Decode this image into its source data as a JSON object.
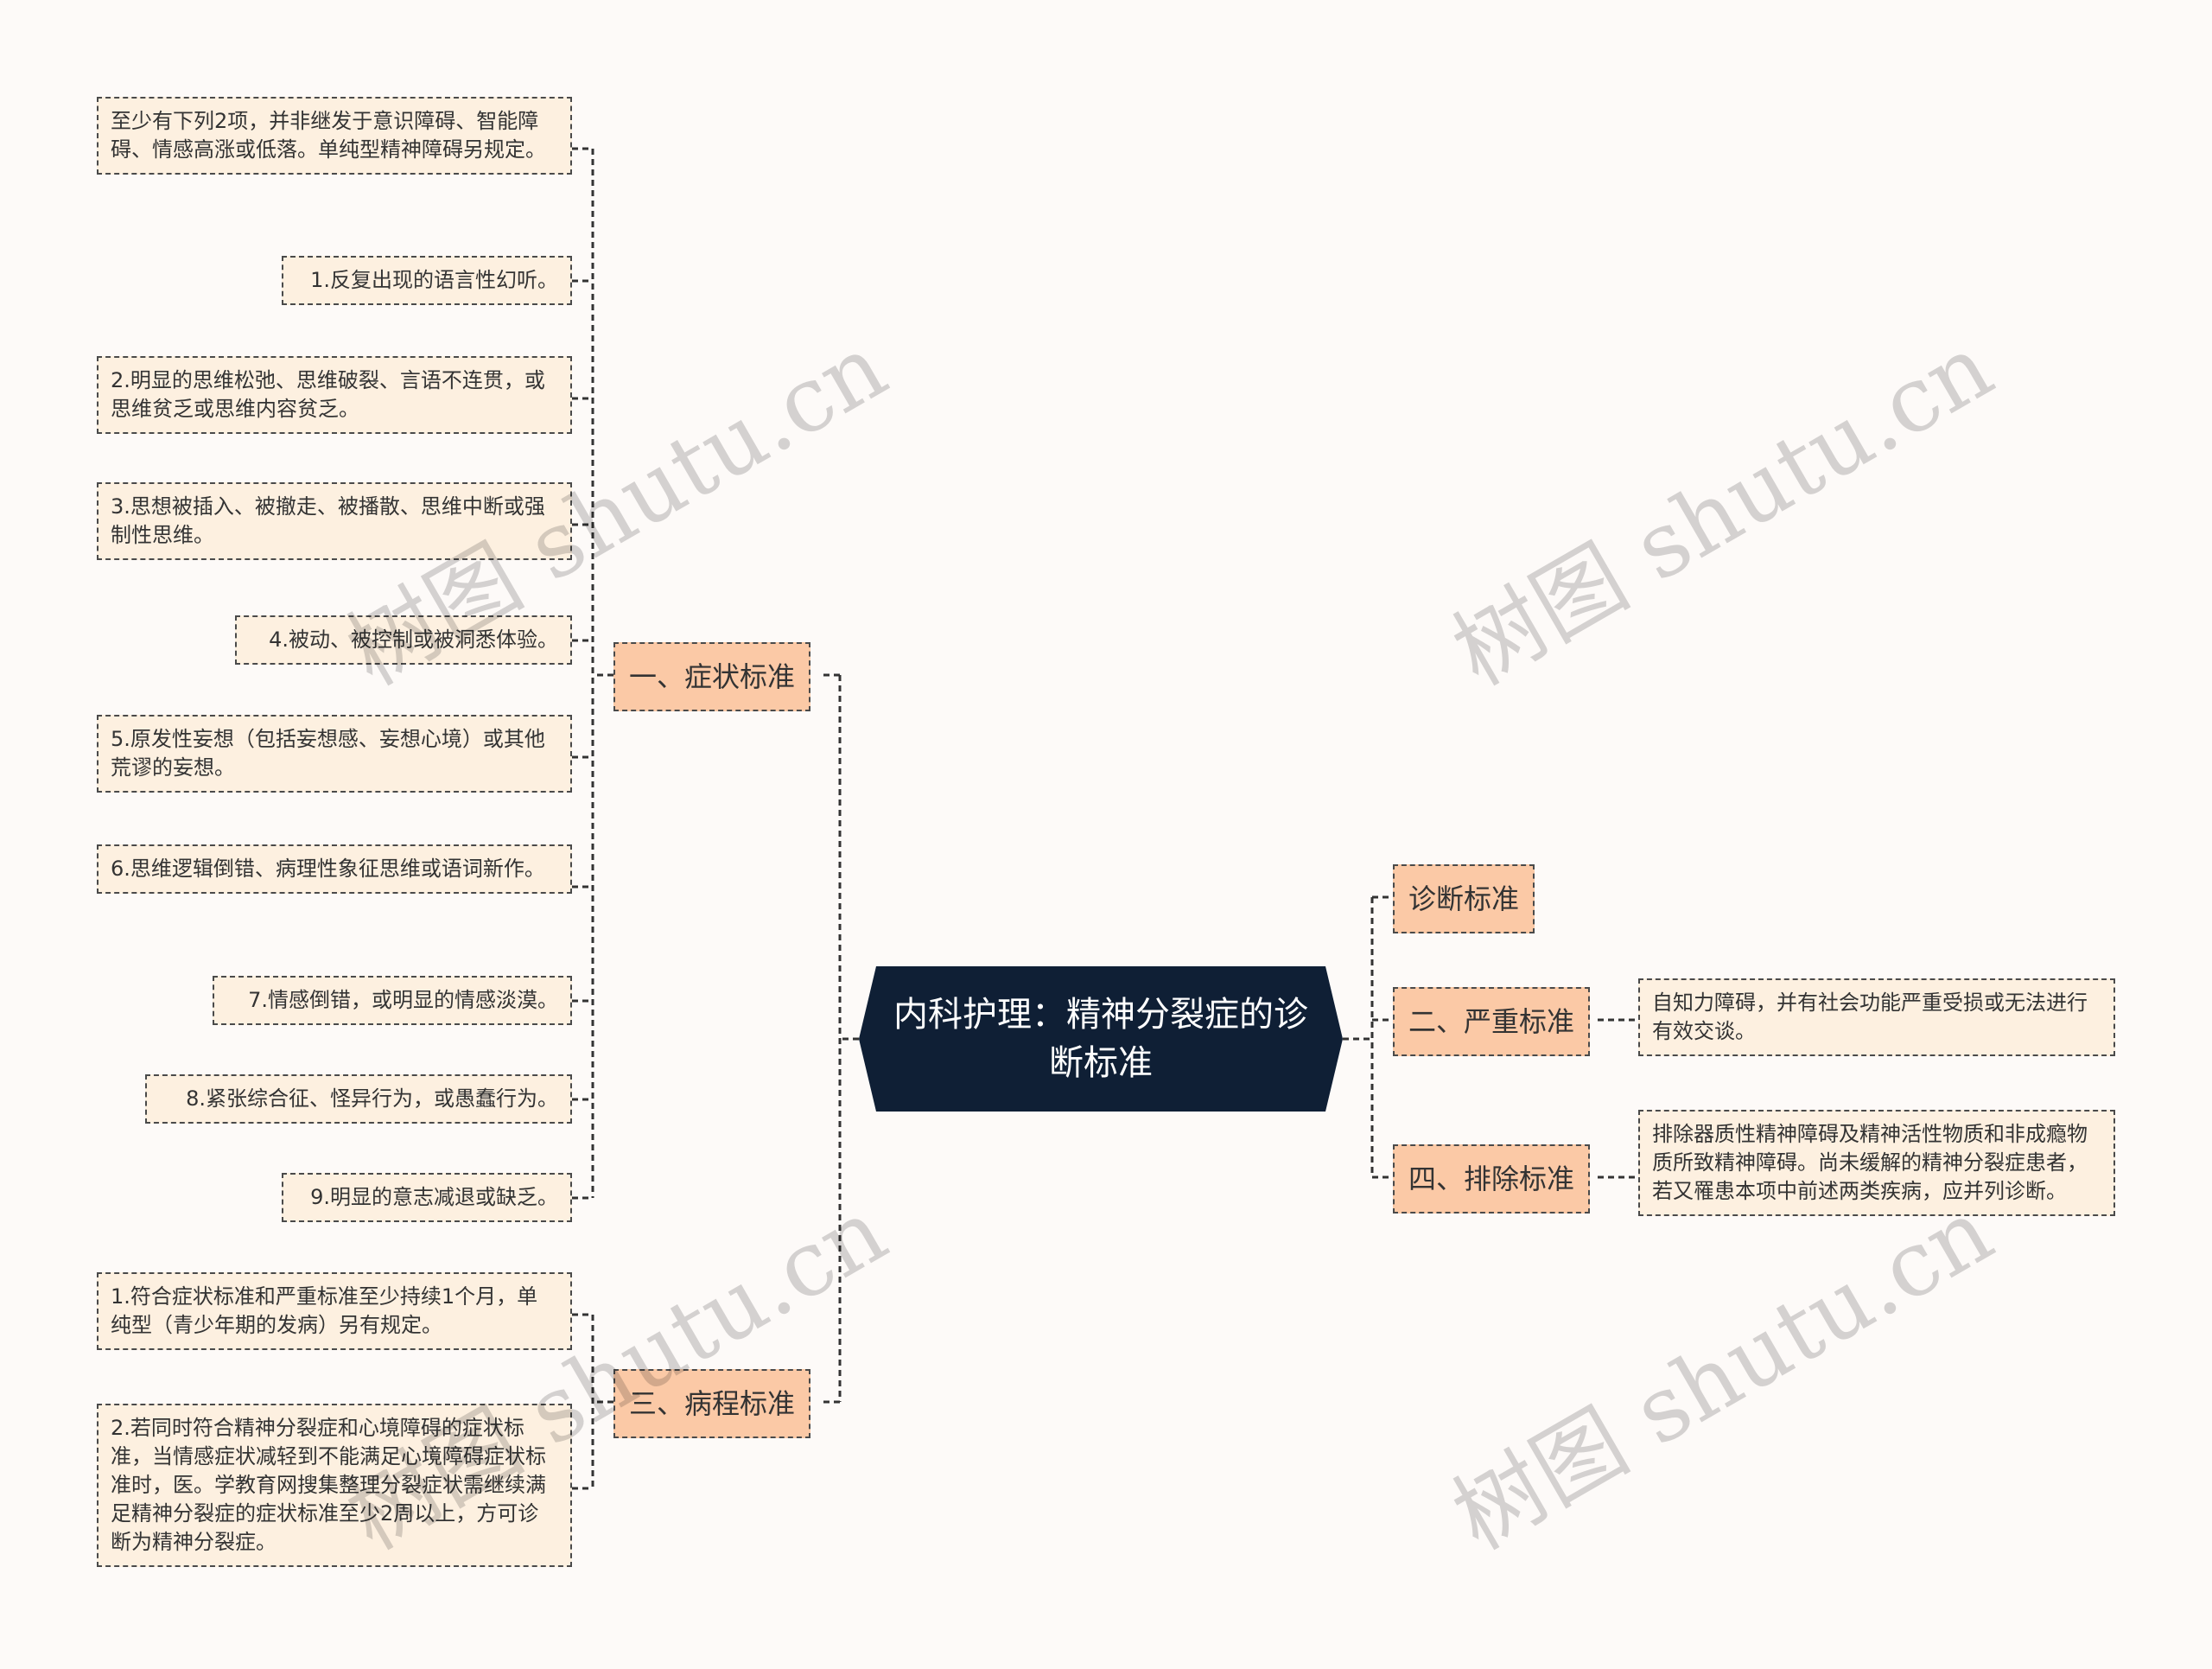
{
  "root": {
    "label": "内科护理：精神分裂症的诊断标准"
  },
  "branches": {
    "symptom": "一、症状标准",
    "course": "三、病程标准",
    "diagnosis": "诊断标准",
    "severity": "二、严重标准",
    "exclusion": "四、排除标准"
  },
  "symptom_leaves": [
    "至少有下列2项，并非继发于意识障碍、智能障碍、情感高涨或低落。单纯型精神障碍另规定。",
    "1.反复出现的语言性幻听。",
    "2.明显的思维松弛、思维破裂、言语不连贯，或思维贫乏或思维内容贫乏。",
    "3.思想被插入、被撤走、被播散、思维中断或强制性思维。",
    "4.被动、被控制或被洞悉体验。",
    "5.原发性妄想（包括妄想感、妄想心境）或其他荒谬的妄想。",
    "6.思维逻辑倒错、病理性象征思维或语词新作。",
    "7.情感倒错，或明显的情感淡漠。",
    "8.紧张综合征、怪异行为，或愚蠢行为。",
    "9.明显的意志减退或缺乏。"
  ],
  "course_leaves": [
    "1.符合症状标准和严重标准至少持续1个月，单纯型（青少年期的发病）另有规定。",
    "2.若同时符合精神分裂症和心境障碍的症状标准，当情感症状减轻到不能满足心境障碍症状标准时，医。学教育网搜集整理分裂症状需继续满足精神分裂症的症状标准至少2周以上，方可诊断为精神分裂症。"
  ],
  "severity_leaf": "自知力障碍，并有社会功能严重受损或无法进行有效交谈。",
  "exclusion_leaf": "排除器质性精神障碍及精神活性物质和非成瘾物质所致精神障碍。尚未缓解的精神分裂症患者，若又罹患本项中前述两类疾病，应并列诊断。",
  "watermark": "树图 shutu.cn",
  "colors": {
    "root_fill": "#0f1f35",
    "branch_fill": "#fbc9a6",
    "leaf_fill": "#fdf0e0",
    "line": "#333333",
    "background": "#fdfaf8"
  }
}
